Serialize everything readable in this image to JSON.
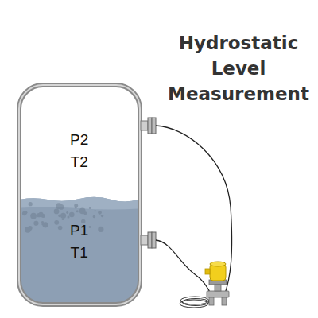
{
  "diagram": {
    "title": "Hydrostatic Level Measurement",
    "nodes": [
      {
        "text": [
          "P2",
          "T2"
        ]
      },
      {
        "text": [
          "P1",
          "T1"
        ]
      }
    ]
  }
}
